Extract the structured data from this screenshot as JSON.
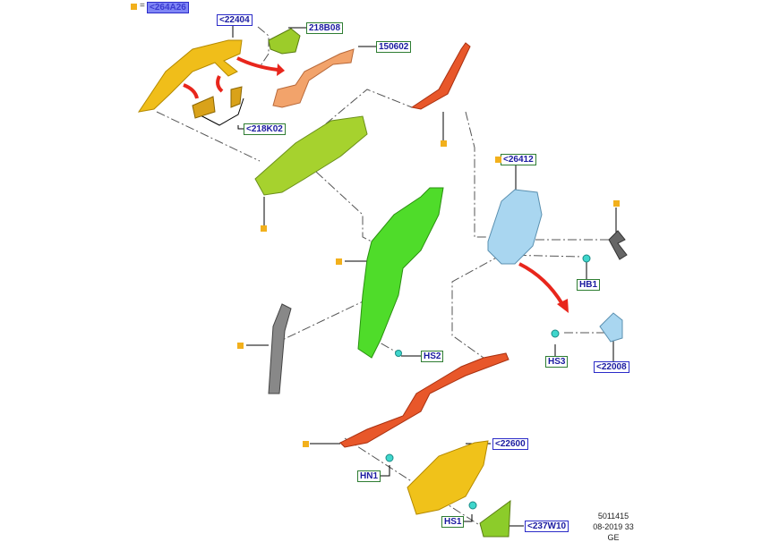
{
  "legend": {
    "symbol": "=",
    "value": "<264A26"
  },
  "labels": {
    "l22404": "<22404",
    "l218B08": "218B08",
    "l150602": "150602",
    "l218K02": "<218K02",
    "l26412": "<26412",
    "lHB1": "HB1",
    "lHS3": "HS3",
    "l22008": "<22008",
    "lHS2": "HS2",
    "l22600": "<22600",
    "lHN1": "HN1",
    "lHS1": "HS1",
    "l237W10": "<237W10"
  },
  "footer": {
    "id": "5011415",
    "date": "08-2019 33",
    "code": "GE"
  },
  "colors": {
    "accent": "#f2b01c",
    "arrow": "#e8261c",
    "label_border_green": "#2e7d32",
    "label_border_blue": "#2b2bc8"
  }
}
